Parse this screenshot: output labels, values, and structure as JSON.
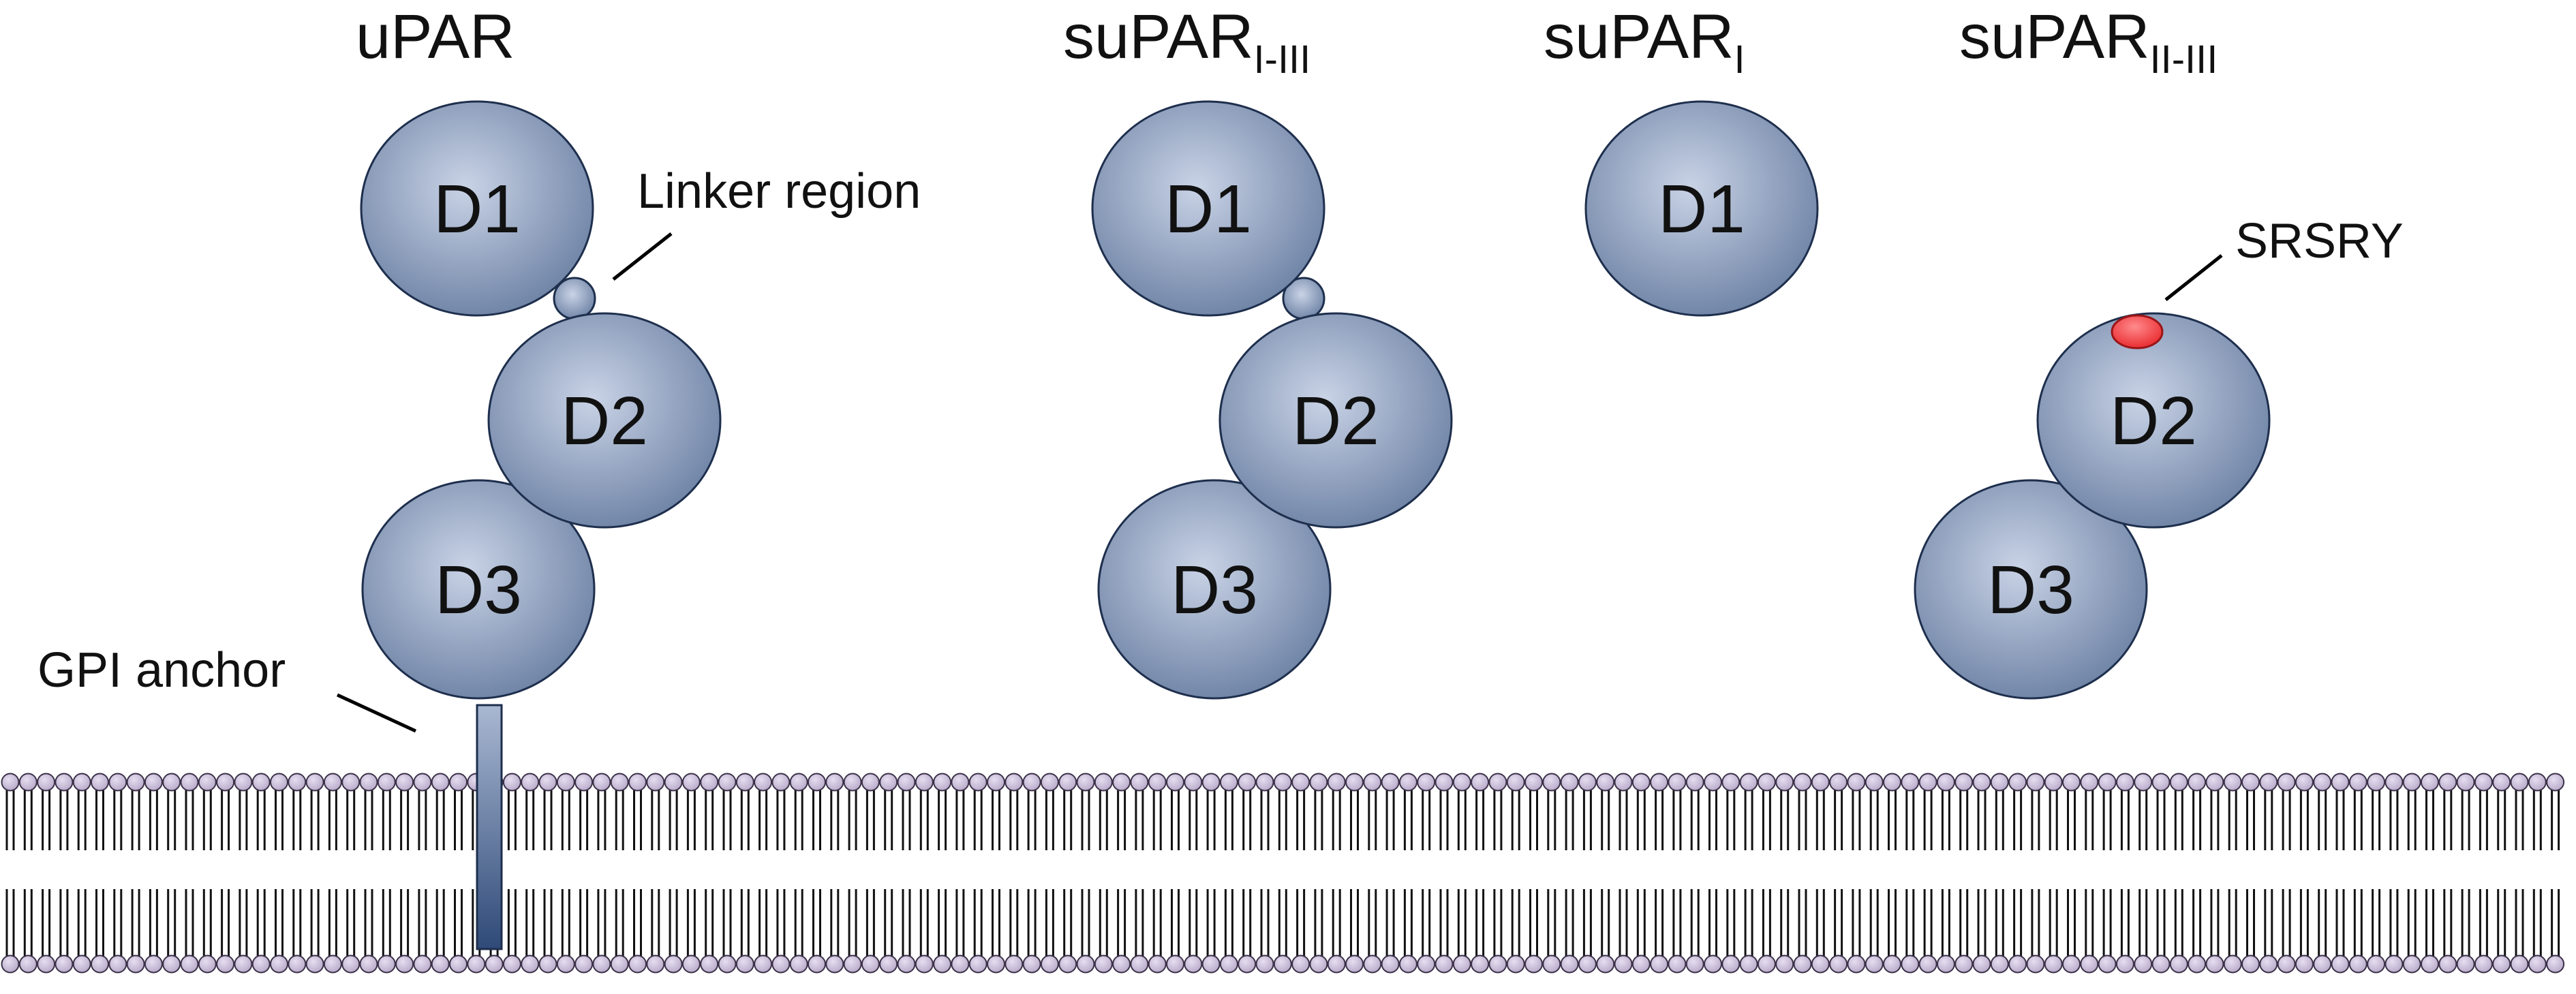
{
  "colors": {
    "domain_fill_center": "#c9d3e6",
    "domain_fill_edge": "#6b80a3",
    "motif": "#e8262a",
    "lipid_head": "#b6a8c8",
    "anchor": "#5f7aa3"
  },
  "forms": [
    {
      "title": "uPAR",
      "subscript": "",
      "domains": [
        "D1",
        "D2",
        "D3"
      ],
      "has_linker": true,
      "has_gpi_anchor": true
    },
    {
      "title": "suPAR",
      "subscript": "I-III",
      "domains": [
        "D1",
        "D2",
        "D3"
      ],
      "has_linker": true,
      "has_gpi_anchor": false
    },
    {
      "title": "suPAR",
      "subscript": "I",
      "domains": [
        "D1"
      ],
      "has_linker": false,
      "has_gpi_anchor": false
    },
    {
      "title": "suPAR",
      "subscript": "II-III",
      "domains": [
        "D2",
        "D3"
      ],
      "has_linker": false,
      "has_gpi_anchor": false,
      "motif": "SRSRY"
    }
  ],
  "annotations": {
    "linker": "Linker region",
    "gpi": "GPI anchor",
    "motif": "SRSRY"
  }
}
